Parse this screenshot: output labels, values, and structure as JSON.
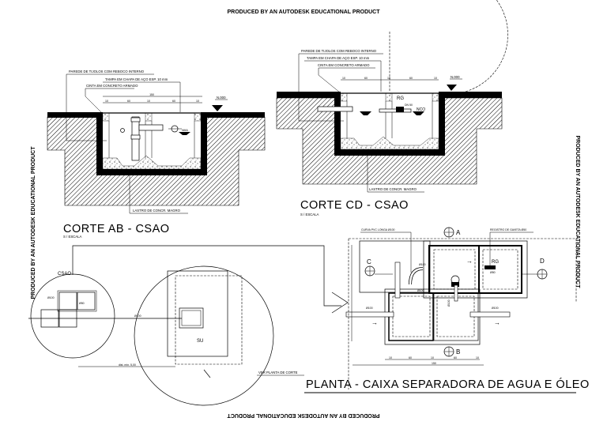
{
  "watermarks": {
    "top": "PRODUCED BY AN AUTODESK EDUCATIONAL PRODUCT",
    "bottom": "PRODUCED BY AN AUTODESK EDUCATIONAL PRODUCT",
    "left": "PRODUCED BY AN AUTODESK EDUCATIONAL PRODUCT",
    "right": "PRODUCED BY AN AUTODESK EDUCATIONAL PRODUCT"
  },
  "corte_ab": {
    "title": "CORTE  AB - CSAO",
    "scale": "S / ESCALA",
    "labels": {
      "parede": "PAREDE DE TIJOLOS COM REBOCO INTERNO",
      "tampa": "TAMPA EM CHAPA DE AÇO ESP. 10 mm",
      "cinta": "CINTA EM CONCRETO ARMADO",
      "nivel": "N.000",
      "na": "NMA",
      "lastro": "LASTRO DE CONCR. MAGRO"
    },
    "dims": {
      "total": "150",
      "a": "10",
      "b": "60",
      "c": "10",
      "d": "60",
      "e": "10"
    }
  },
  "corte_cd": {
    "title": "CORTE  CD - CSAO",
    "scale": "S / ESCALA",
    "labels": {
      "parede": "PAREDE DE TIJOLOS COM REBOCO INTERNO",
      "tampa": "TAMPA EM CHAPA DE AÇO ESP. 10 mm",
      "cinta": "CINTA EM CONCRETO ARMADO",
      "nivel": "N.000",
      "rg": "RG",
      "dn": "DN 50",
      "nco": "NCO",
      "lastro": "LASTRO DE CONCR. MAGRO"
    },
    "dims": {
      "a": "10",
      "b": "60",
      "c": "10",
      "d": "60",
      "e": "10"
    }
  },
  "planta": {
    "title": "PLANTA - CAIXA SEPARADORA DE AGUA E ÓLEO",
    "curva": "CURVA PVC LONGA Ø100",
    "registro": "REGISTRO DE GAVETA Ø50",
    "sections": {
      "a": "A",
      "b": "B",
      "c": "C",
      "d": "D"
    },
    "rg": "RG",
    "d50": "Ø50",
    "d100_1": "Ø100",
    "d100_2": "Ø100",
    "d100_3": "Ø100",
    "d100_4": "Ø100",
    "d100_5": "Ø100",
    "dims": {
      "a": "10",
      "b": "60",
      "c": "10",
      "d": "60",
      "e": "10",
      "total": "150"
    }
  },
  "location": {
    "csao_label": "CSAO",
    "su_label": "SU",
    "pipe_label": "Ø100",
    "csao_pipe": "Ø100",
    "csao_valve": "Ø50",
    "ver_planta": "VER PLANTA DE CORTE",
    "dist": "dist. min. 5,00"
  }
}
